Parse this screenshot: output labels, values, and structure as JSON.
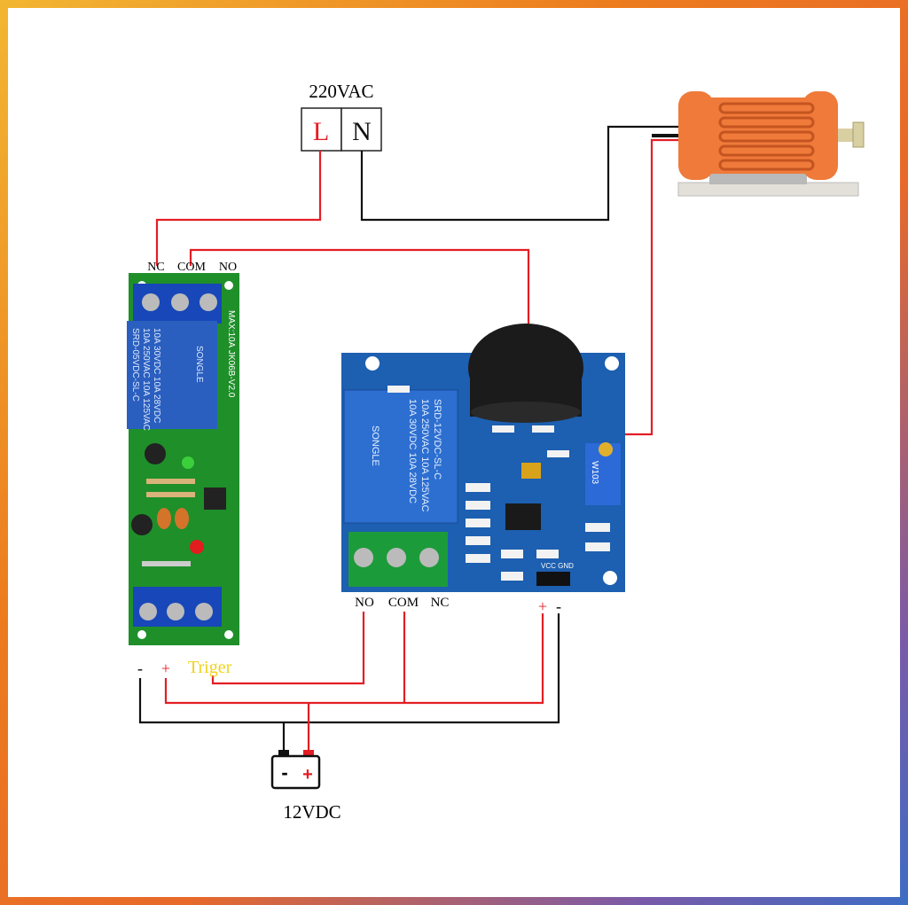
{
  "supply": {
    "title": "220VAC",
    "live": "L",
    "neutral": "N"
  },
  "delay_relay": {
    "terminals": [
      "NC",
      "COM",
      "NO"
    ],
    "board_text": [
      "MAX:10A",
      "SRD-05VDC-SL-C",
      "10A 250VAC 10A 125VAC",
      "10A 30VDC 10A 28VDC",
      "SONGLE",
      "JK06B-V2.0"
    ],
    "inputs": [
      "-",
      "+",
      "Triger"
    ]
  },
  "current_module": {
    "terminals": [
      "NO",
      "COM",
      "NC"
    ],
    "power": [
      "+",
      "-"
    ],
    "board_text": [
      "SRD-12VDC-SL-C",
      "10A 250VAC 10A 125VAC",
      "10A 30VDC 10A 28VDC",
      "SONGLE",
      "VCC GND",
      "W103"
    ]
  },
  "battery": {
    "label": "12VDC",
    "minus": "-",
    "plus": "+"
  },
  "colors": {
    "live_wire": "#e31e24",
    "neutral_wire": "#111111",
    "trigger_label": "#f2d21b",
    "pcb_green": "#1f8f2a",
    "pcb_blue": "#1d5fb0",
    "motor": "#ef7a3a"
  }
}
